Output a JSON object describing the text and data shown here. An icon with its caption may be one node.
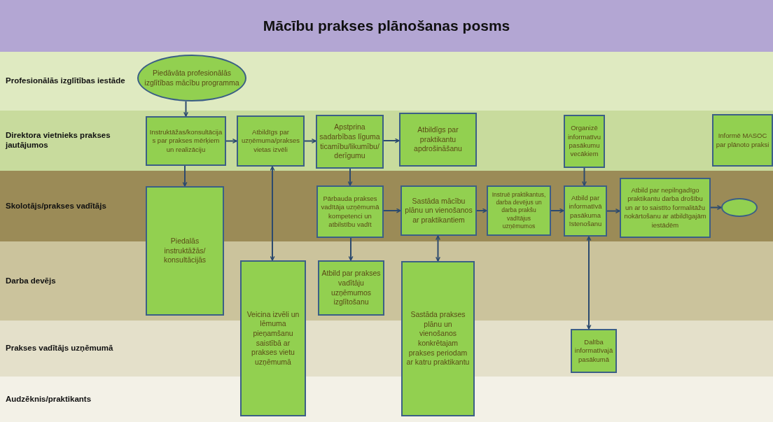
{
  "diagram": {
    "title": "Mācību prakses plānošanas posms",
    "nodes": [
      {
        "text": [
          "Profesionālās izglītības iestāde"
        ]
      },
      {
        "text": [
          "Direktora vietnieks prakses jautājumos"
        ]
      },
      {
        "text": [
          "Skolotājs/prakses vadītājs"
        ]
      },
      {
        "text": [
          "Darba devējs"
        ]
      },
      {
        "text": [
          "Prakses vadītājs uzņēmumā"
        ]
      },
      {
        "text": [
          "Audzēknis/praktikants"
        ]
      },
      {
        "text": [
          "Piedāvāta profesionālās izglītības mācību programma"
        ],
        "in": 0
      },
      {
        "text": [
          "Instruktāžas/konsultācijas par prakses mērķiem un realizāciju"
        ],
        "in": 1
      },
      {
        "text": [
          "Atbildīgs par uzņēmuma/prakses vietas izvēli"
        ],
        "in": 1
      },
      {
        "text": [
          "Apstprina sadarbības līguma ticamību/likumību/ derīgumu"
        ],
        "in": 1
      },
      {
        "text": [
          "Atbildīgs par praktikantu apdrošināšanu"
        ],
        "in": 1
      },
      {
        "text": [
          "Organizē informatīvu pasākumu vecākiem"
        ],
        "in": 1
      },
      {
        "text": [
          "Informē MASOC par plānoto praksi"
        ],
        "in": 1
      },
      {
        "text": [
          "Piedalās instruktāžās/ konsultācijās"
        ]
      },
      {
        "text": [
          "Pārbauda prakses vadītāja uzņēmumā kompetenci un atbilstību vadīt"
        ],
        "in": 2
      },
      {
        "text": [
          "Sastāda mācību plānu un vienošanos ar praktikantiem"
        ],
        "in": 2
      },
      {
        "text": [
          "Instruē praktikantus, darba devējus un darba prakšu vadītājus uzņēmumos"
        ],
        "in": 2
      },
      {
        "text": [
          "Atbild par informatīvā pasākuma īstenošanu"
        ],
        "in": 2
      },
      {
        "text": [
          "Atbild par nepilngadīgo praktikantu darba drošību un ar to saistīto formalitāžu nokārtošanu ar atbildīgajām iestādēm"
        ],
        "in": 2
      },
      {
        "text": [],
        "shape": "ellipse",
        "in": 2
      },
      {
        "text": [
          "Veicina izvēli un lēmuma pieņamšanu saistībā ar prakses vietu uzņēmumā"
        ]
      },
      {
        "text": [
          "Atbild par prakses vadītāju uzņēmumos izglītošanu"
        ],
        "in": 3
      },
      {
        "text": [
          "Sastāda prakses plānu un vienošanos konkrētajam prakses periodam ar katru praktikantu"
        ]
      },
      {
        "text": [
          "Dalība informatīvajā pasākumā"
        ],
        "in": 4
      }
    ],
    "edges": [
      {
        "from": 6,
        "to": 7,
        "arrow": "to"
      },
      {
        "from": 7,
        "to": 8,
        "arrow": "to"
      },
      {
        "from": 8,
        "to": 9,
        "arrow": "to"
      },
      {
        "from": 9,
        "to": 10,
        "arrow": "to"
      },
      {
        "from": 7,
        "to": 13,
        "arrow": "to"
      },
      {
        "from": 8,
        "to": 20,
        "arrow": "both"
      },
      {
        "from": 9,
        "to": 14,
        "arrow": "to"
      },
      {
        "from": 14,
        "to": 21,
        "arrow": "to"
      },
      {
        "from": 14,
        "to": 15,
        "arrow": "to"
      },
      {
        "from": 15,
        "to": 22,
        "arrow": "both"
      },
      {
        "from": 15,
        "to": 16,
        "arrow": "to"
      },
      {
        "from": 16,
        "to": 17,
        "arrow": "to"
      },
      {
        "from": 11,
        "to": 17,
        "arrow": "to"
      },
      {
        "from": 17,
        "to": 18,
        "arrow": "to"
      },
      {
        "from": 18,
        "to": 19,
        "arrow": "to"
      },
      {
        "from": 17,
        "to": 23,
        "arrow": "both"
      }
    ]
  }
}
